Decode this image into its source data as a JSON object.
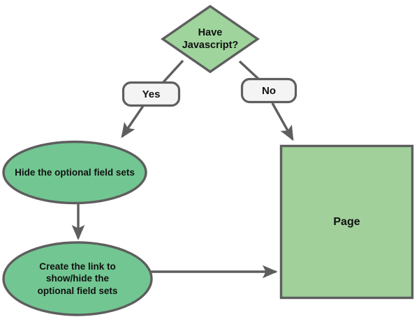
{
  "diagram": {
    "type": "flowchart",
    "title": "Javascript progressive enhancement flow",
    "background": "#ffffff",
    "stroke_color": "#5e5e5e",
    "text_color": "#111111",
    "nodes": [
      {
        "id": "decision",
        "shape": "diamond",
        "label": "Have\nJavascript?",
        "fill": "#9fd49d",
        "stroke": "#5e5e5e"
      },
      {
        "id": "yes-badge",
        "shape": "rounded-rect",
        "label": "Yes",
        "fill": "#f4f4f4",
        "stroke": "#5e5e5e"
      },
      {
        "id": "no-badge",
        "shape": "rounded-rect",
        "label": "No",
        "fill": "#f4f4f4",
        "stroke": "#5e5e5e"
      },
      {
        "id": "hide-sets",
        "shape": "ellipse",
        "label": "Hide the optional field sets",
        "fill": "#72c692",
        "stroke": "#5e5e5e"
      },
      {
        "id": "create-link",
        "shape": "ellipse",
        "label": "Create the link to\nshow/hide the\noptional field sets",
        "fill": "#72c692",
        "stroke": "#5e5e5e"
      },
      {
        "id": "page",
        "shape": "rect",
        "label": "Page",
        "fill": "#a1d09b",
        "stroke": "#5e5e5e"
      }
    ],
    "edges": [
      {
        "id": "edge-decision-yes",
        "from": "decision",
        "to": "yes-badge",
        "label": ""
      },
      {
        "id": "edge-yes-hide",
        "from": "yes-badge",
        "to": "hide-sets",
        "label": ""
      },
      {
        "id": "edge-decision-no",
        "from": "decision",
        "to": "no-badge",
        "label": ""
      },
      {
        "id": "edge-no-page",
        "from": "no-badge",
        "to": "page",
        "label": ""
      },
      {
        "id": "edge-hide-create",
        "from": "hide-sets",
        "to": "create-link",
        "label": ""
      },
      {
        "id": "edge-create-page",
        "from": "create-link",
        "to": "page",
        "label": ""
      }
    ]
  }
}
